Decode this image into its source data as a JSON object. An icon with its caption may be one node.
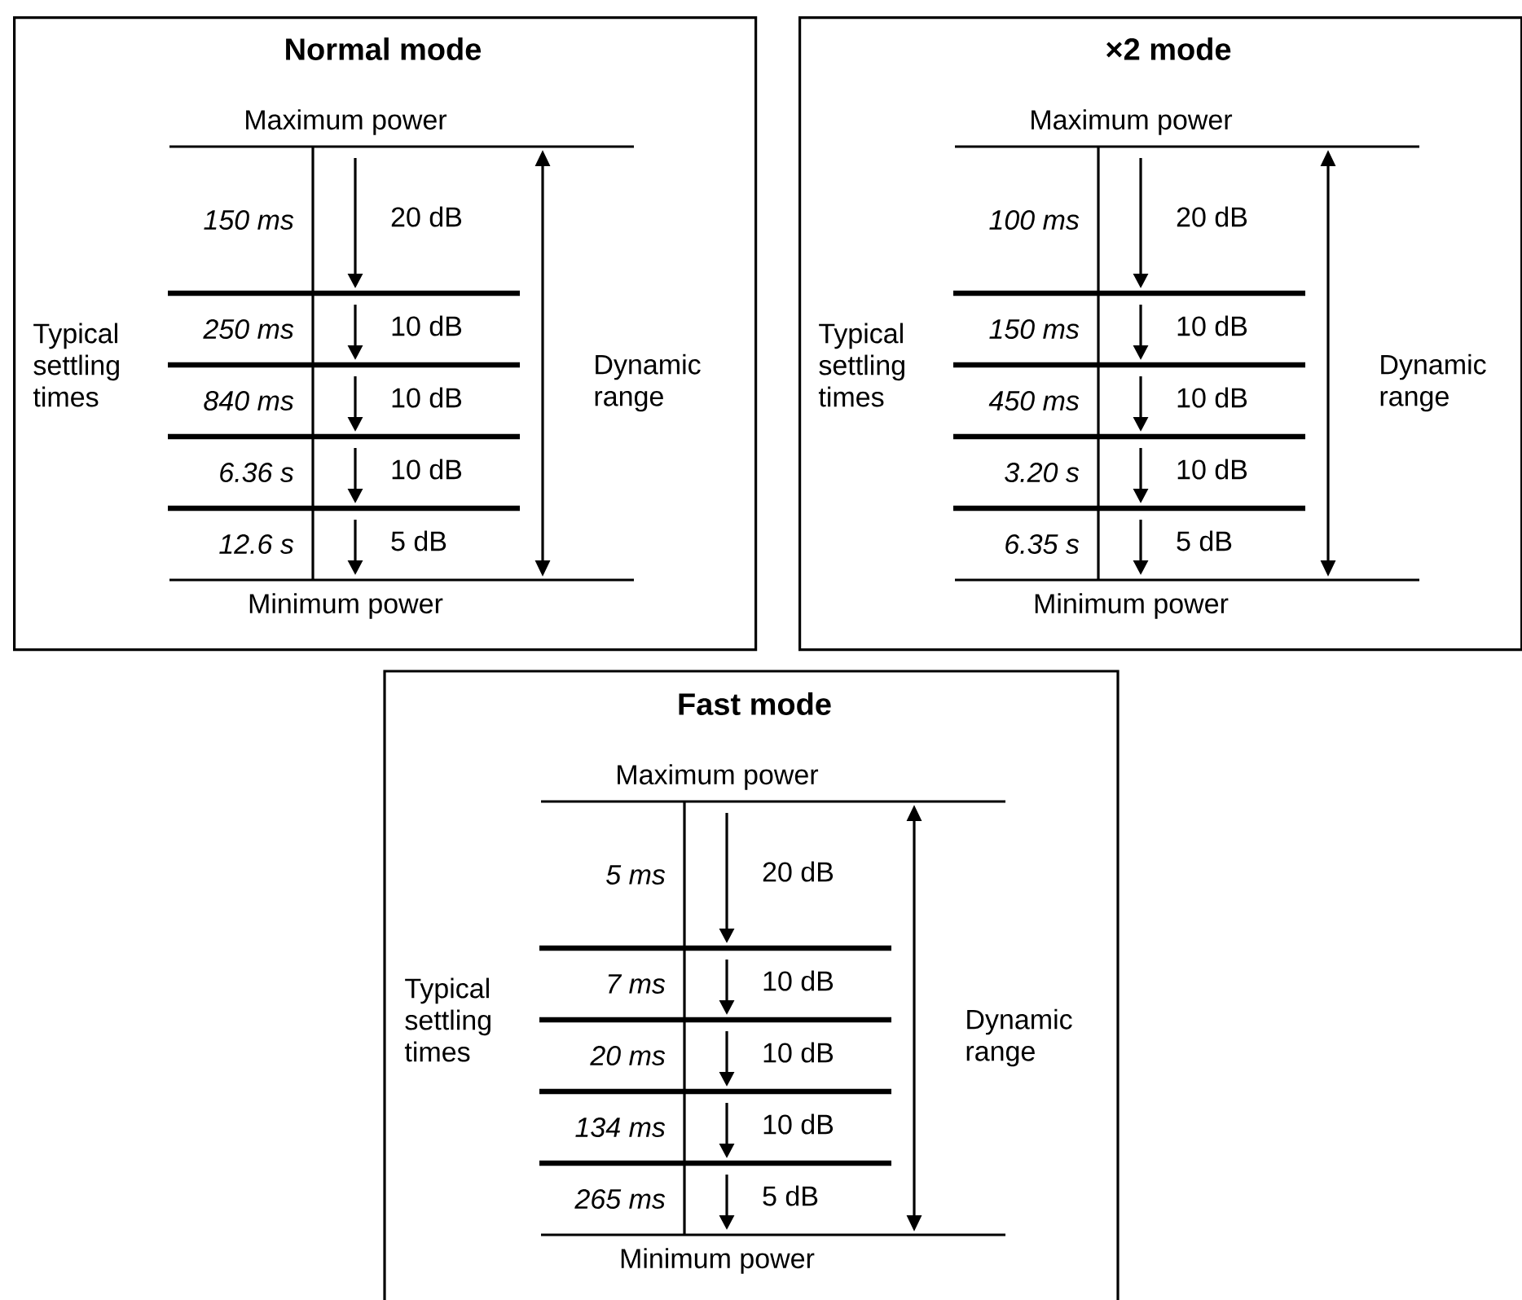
{
  "diagram": {
    "nodes": [
      {
        "text": [
          "Normal mode",
          "Maximum power",
          "*150 ms*",
          "20 dB",
          "*250 ms*",
          "10 dB",
          "*840 ms*",
          "10 dB",
          "*6.36 s*",
          "10 dB",
          "*12.6 s*",
          "5 dB",
          "Typical settling times",
          "Dynamic range",
          "Minimum power"
        ]
      },
      {
        "text": [
          "×2 mode",
          "Maximum power",
          "*100 ms*",
          "20 dB",
          "*150 ms*",
          "10 dB",
          "*450 ms*",
          "10 dB",
          "*3.20 s*",
          "10 dB",
          "*6.35 s*",
          "5 dB",
          "Typical settling times",
          "Dynamic range",
          "Minimum power"
        ]
      },
      {
        "text": [
          "Fast mode",
          "Maximum power",
          "*5 ms*",
          "20 dB",
          "*7 ms*",
          "10 dB",
          "*20 ms*",
          "10 dB",
          "*134 ms*",
          "10 dB",
          "*265 ms*",
          "5 dB",
          "Typical settling times",
          "Dynamic range",
          "Minimum power"
        ]
      }
    ]
  }
}
